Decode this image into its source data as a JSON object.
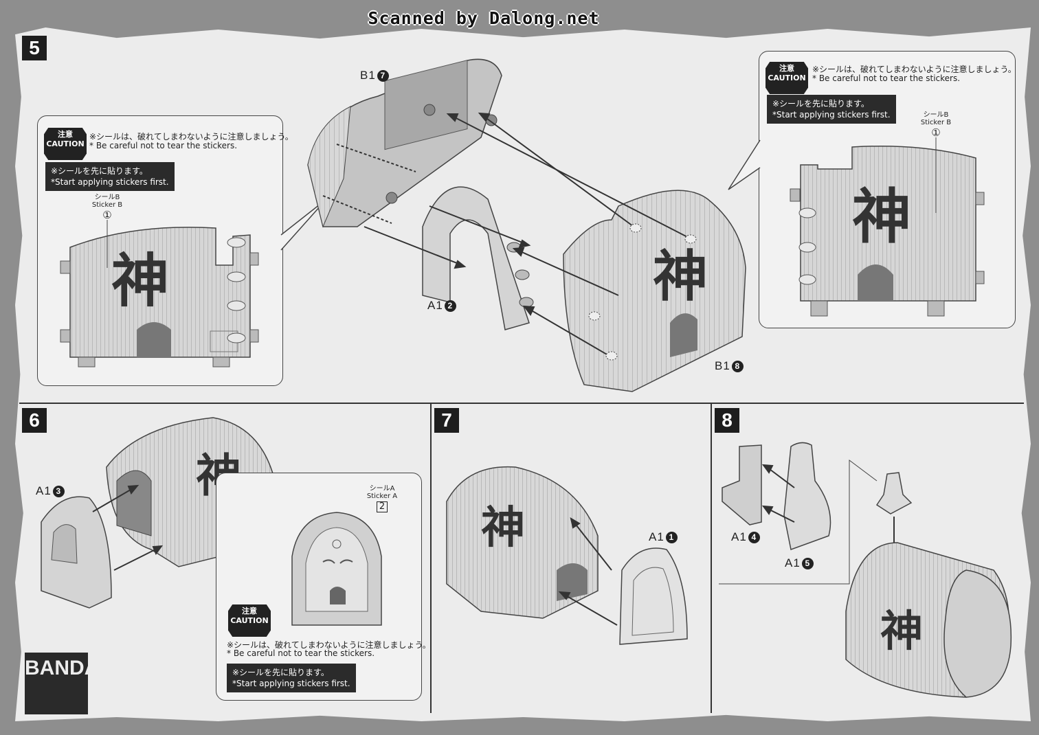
{
  "watermark": "Scanned by Dalong.net",
  "steps": {
    "s5": {
      "num": "5",
      "left_bubble": {
        "caution_jp": "注意",
        "caution_en": "CAUTION",
        "warn_jp": "※シールは、破れてしまわないように注意しましょう。",
        "warn_en": "* Be careful not to tear the stickers.",
        "note_jp": "※シールを先に貼ります。",
        "note_en": "*Start applying stickers first.",
        "sticker_jp": "シールB",
        "sticker_en": "Sticker B",
        "sticker_num": "①"
      },
      "right_bubble": {
        "caution_jp": "注意",
        "caution_en": "CAUTION",
        "warn_jp": "※シールは、破れてしまわないように注意しましょう。",
        "warn_en": "* Be careful not to tear the stickers.",
        "note_jp": "※シールを先に貼ります。",
        "note_en": "*Start applying stickers first.",
        "sticker_jp": "シールB",
        "sticker_en": "Sticker B",
        "sticker_num": "①"
      },
      "parts": {
        "b1_7": "B1",
        "b1_7n": "7",
        "a1_2": "A1",
        "a1_2n": "2",
        "b1_8": "B1",
        "b1_8n": "8"
      },
      "kanji": "神"
    },
    "s6": {
      "num": "6",
      "part": "A1",
      "part_n": "3",
      "sticker_jp": "シールA",
      "sticker_en": "Sticker A",
      "sticker_num": "2",
      "caution_jp": "注意",
      "caution_en": "CAUTION",
      "warn_jp": "※シールは、破れてしまわないように注意しましょう。",
      "warn_en": "* Be careful not to tear the stickers.",
      "note_jp": "※シールを先に貼ります。",
      "note_en": "*Start applying stickers first."
    },
    "s7": {
      "num": "7",
      "part": "A1",
      "part_n": "1"
    },
    "s8": {
      "num": "8",
      "part_a": "A1",
      "part_a_n": "4",
      "part_b": "A1",
      "part_b_n": "5"
    }
  },
  "logo": "BANDAI"
}
